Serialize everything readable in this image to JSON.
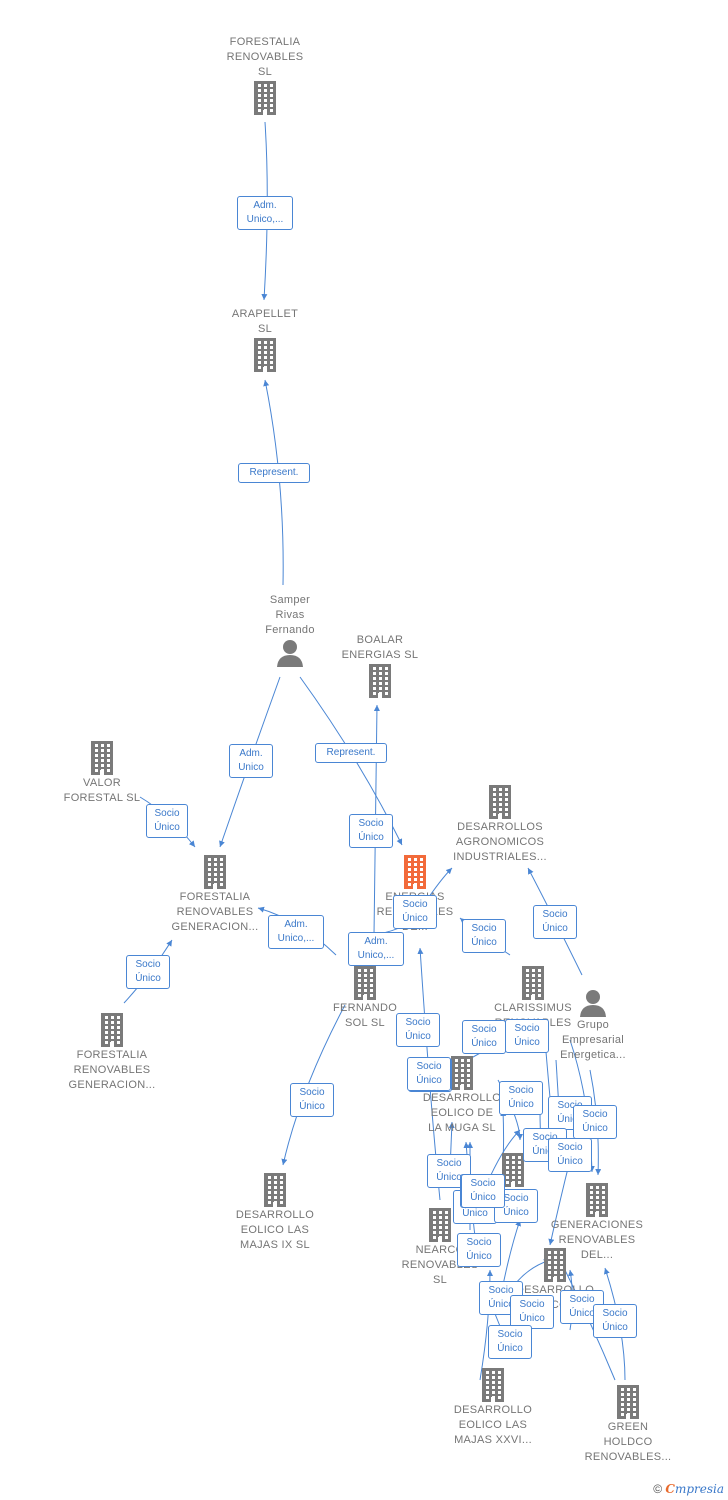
{
  "colors": {
    "edge": "#4a86d4",
    "node_gray": "#7a7a7a",
    "node_focus": "#f26a3a"
  },
  "nodes": [
    {
      "id": "n1",
      "label": "FORESTALIA\nRENOVABLES\nSL",
      "type": "company",
      "label_pos": "above"
    },
    {
      "id": "n2",
      "label": "ARAPELLET\nSL",
      "type": "company",
      "label_pos": "above"
    },
    {
      "id": "n3",
      "label": "Samper\nRivas\nFernando",
      "type": "person",
      "label_pos": "above"
    },
    {
      "id": "n4",
      "label": "BOALAR\nENERGIAS  SL",
      "type": "company",
      "label_pos": "above"
    },
    {
      "id": "n5",
      "label": "VALOR\nFORESTAL SL",
      "type": "company",
      "label_pos": "below"
    },
    {
      "id": "n6",
      "label": "FORESTALIA\nRENOVABLES\nGENERACION...",
      "type": "company",
      "label_pos": "below"
    },
    {
      "id": "n7",
      "label": "DESARROLLOS\nAGRONOMICOS\nINDUSTRIALES...",
      "type": "company",
      "label_pos": "below"
    },
    {
      "id": "n8",
      "label": "ENERGIAS\nRENOVABLES\nDE...",
      "type": "company_focus",
      "label_pos": "below"
    },
    {
      "id": "n9",
      "label": "FORESTALIA\nRENOVABLES\nGENERACION...",
      "type": "company",
      "label_pos": "below"
    },
    {
      "id": "n10",
      "label": "FERNANDO\nSOL SL",
      "type": "company",
      "label_pos": "below"
    },
    {
      "id": "n11",
      "label": "CLARISSIMUS\nRENOVABLES",
      "type": "company",
      "label_pos": "below"
    },
    {
      "id": "n12",
      "label": "Grupo\nEmpresarial\nEnergetica...",
      "type": "person",
      "label_pos": "below"
    },
    {
      "id": "n13",
      "label": "DESARROLLO\nEOLICO DE\nLA MUGA SL",
      "type": "company",
      "label_pos": "below"
    },
    {
      "id": "n14",
      "label": "DESARROLLO\nEOLICO LAS\nMAJAS IX  SL",
      "type": "company",
      "label_pos": "below"
    },
    {
      "id": "n15",
      "label": "GENERACIONES\nRENOVABLES\nDEL...",
      "type": "company",
      "label_pos": "below"
    },
    {
      "id": "n16",
      "label": "NEARCO\nRENOVABLES\nSL",
      "type": "company",
      "label_pos": "below"
    },
    {
      "id": "n17",
      "label": "DESARROLLO\nEOLICO SL",
      "type": "company",
      "label_pos": "below"
    },
    {
      "id": "n18",
      "label": "DESARROLLO\nEOLICO LAS\nMAJAS XXVI...",
      "type": "company",
      "label_pos": "below"
    },
    {
      "id": "n19",
      "label": "GREEN\nHOLDCO\nRENOVABLES...",
      "type": "company",
      "label_pos": "below"
    },
    {
      "id": "n20",
      "label": "",
      "type": "company",
      "label_pos": "below"
    }
  ],
  "edges": [
    {
      "id": "e1",
      "label": "Adm.\nUnico,..."
    },
    {
      "id": "e2",
      "label": "Represent."
    },
    {
      "id": "e3",
      "label": "Adm.\nUnico"
    },
    {
      "id": "e4",
      "label": "Represent."
    },
    {
      "id": "e5",
      "label": "Socio\nÚnico"
    },
    {
      "id": "e6",
      "label": "Socio\nÚnico"
    },
    {
      "id": "e7",
      "label": "Socio\nÚnico"
    },
    {
      "id": "e8",
      "label": "Adm.\nUnico,..."
    },
    {
      "id": "e9",
      "label": "Adm.\nUnico,..."
    },
    {
      "id": "e10",
      "label": "Socio\nÚnico"
    },
    {
      "id": "e11",
      "label": "Socio\nÚnico"
    },
    {
      "id": "e12",
      "label": "Socio\nÚnico"
    },
    {
      "id": "e13",
      "label": "Socio\nÚnico"
    },
    {
      "id": "e14",
      "label": "Socio\nÚnico"
    },
    {
      "id": "e15",
      "label": "Socio\nÚnico"
    },
    {
      "id": "e16",
      "label": "Socio\nÚnico"
    },
    {
      "id": "e17",
      "label": "Socio\nÚnico"
    },
    {
      "id": "e18",
      "label": "Socio\nÚnico"
    },
    {
      "id": "e19",
      "label": "Socio\nÚnico"
    },
    {
      "id": "e20",
      "label": "Socio\nÚnico"
    },
    {
      "id": "e21",
      "label": "Socio\nÚnico"
    },
    {
      "id": "e22",
      "label": "Socio\nÚnico"
    },
    {
      "id": "e23",
      "label": "Socio\nÚnico"
    },
    {
      "id": "e24",
      "label": "Socio\nÚnico"
    },
    {
      "id": "e25",
      "label": "Socio\nÚnico"
    },
    {
      "id": "e26",
      "label": "Socio\nÚnico"
    },
    {
      "id": "e27",
      "label": "Socio\nÚnico"
    },
    {
      "id": "e28",
      "label": "Socio\nÚnico"
    },
    {
      "id": "e29",
      "label": "Socio\nÚnico"
    },
    {
      "id": "e30",
      "label": "Socio\nÚnico"
    },
    {
      "id": "e31",
      "label": "Socio\nÚnico"
    },
    {
      "id": "e32",
      "label": "Socio\nÚnico"
    },
    {
      "id": "e33",
      "label": "Socio\nÚnico"
    },
    {
      "id": "e34",
      "label": "Socio\nÚnico"
    }
  ],
  "footer": {
    "copyright": "©",
    "brand_first": "C",
    "brand_rest": "mpresia"
  }
}
